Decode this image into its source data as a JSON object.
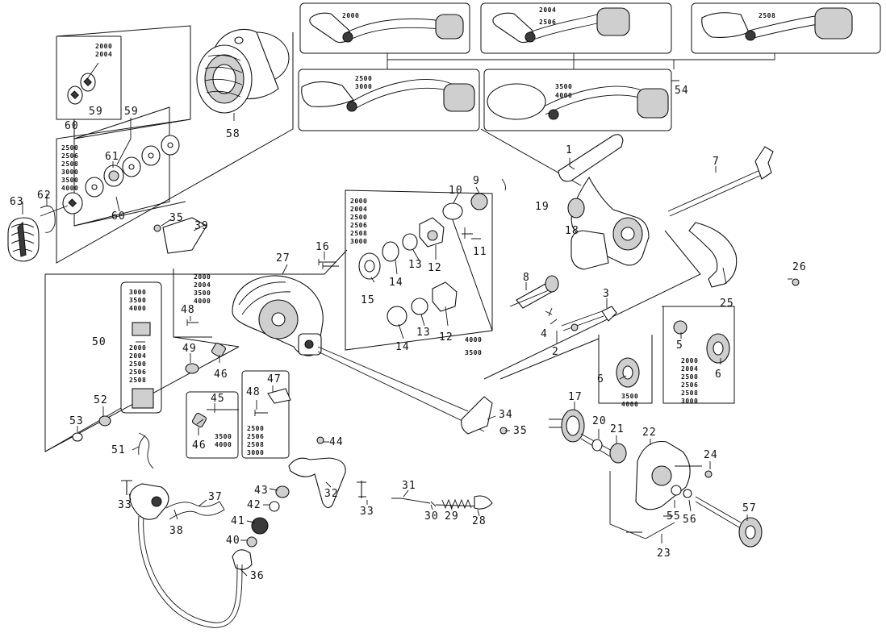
{
  "callouts": {
    "p1": "1",
    "p2": "2",
    "p3": "3",
    "p4": "4",
    "p5": "5",
    "p6a": "6",
    "p6b": "6",
    "p7": "7",
    "p8": "8",
    "p9": "9",
    "p10": "10",
    "p11": "11",
    "p12a": "12",
    "p12b": "12",
    "p13a": "13",
    "p13b": "13",
    "p14a": "14",
    "p14b": "14",
    "p15": "15",
    "p16": "16",
    "p17": "17",
    "p18": "18",
    "p19": "19",
    "p20": "20",
    "p21": "21",
    "p22": "22",
    "p23": "23",
    "p24": "24",
    "p25": "25",
    "p26": "26",
    "p27": "27",
    "p28": "28",
    "p29": "29",
    "p30": "30",
    "p31": "31",
    "p32": "32",
    "p33a": "33",
    "p33b": "33",
    "p34": "34",
    "p35a": "35",
    "p35b": "35",
    "p36": "36",
    "p37": "37",
    "p38": "38",
    "p39": "39",
    "p40": "40",
    "p41": "41",
    "p42": "42",
    "p43": "43",
    "p44": "44",
    "p45": "45",
    "p46a": "46",
    "p46b": "46",
    "p47": "47",
    "p48a": "48",
    "p48b": "48",
    "p49": "49",
    "p50": "50",
    "p51": "51",
    "p52": "52",
    "p53": "53",
    "p54": "54",
    "p55": "55",
    "p56": "56",
    "p57": "57",
    "p58": "58",
    "p59a": "59",
    "p59b": "59",
    "p60a": "60",
    "p60b": "60",
    "p61": "61",
    "p62": "62",
    "p63": "63"
  },
  "size_notes": {
    "handle_2000": [
      "2000"
    ],
    "handle_2004": [
      "2004",
      "2506"
    ],
    "handle_2508": [
      "2508"
    ],
    "handle_2500": [
      "2500",
      "3000"
    ],
    "handle_3500": [
      "3500",
      "4000"
    ],
    "washer_small": [
      "2000",
      "2004"
    ],
    "washer_large": [
      "2500",
      "2506",
      "2508",
      "3000",
      "3500",
      "4000"
    ],
    "rotor_upper": [
      "2000",
      "2004",
      "2500",
      "2506",
      "2508",
      "3000"
    ],
    "rotor_lower": [
      "4000",
      "3500"
    ],
    "bail_48": [
      "2000",
      "2004",
      "3500",
      "4000"
    ],
    "bail_50_top": [
      "3000",
      "3500",
      "4000"
    ],
    "bail_50_bottom": [
      "2000",
      "2004",
      "2500",
      "2506",
      "2508"
    ],
    "nut_45": [
      "3500",
      "4000"
    ],
    "part_47": [
      "2500",
      "2506",
      "2508",
      "3000"
    ],
    "gear_6_lower": [
      "2000",
      "2004",
      "2500",
      "2506",
      "2508",
      "3000"
    ],
    "gear_6_upper": [
      "3500",
      "4000"
    ]
  }
}
